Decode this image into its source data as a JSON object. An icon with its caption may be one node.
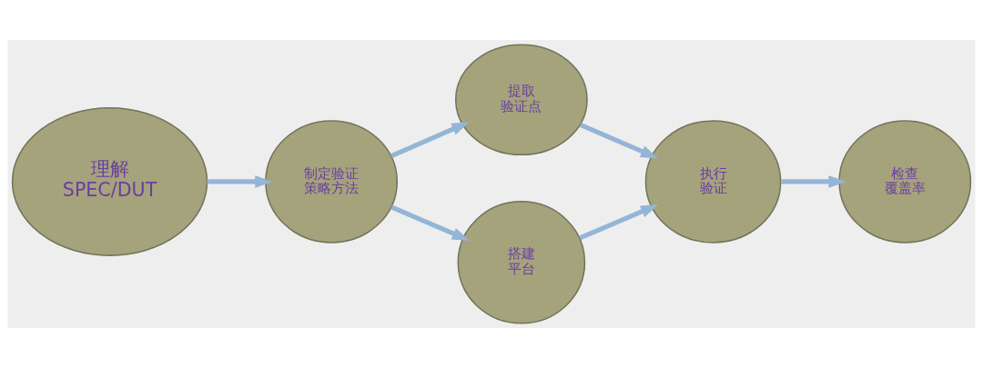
{
  "diagram": {
    "nodes": [
      {
        "text": [
          "理解SPEC/DUT"
        ]
      },
      {
        "text": [
          "制定验证策略方法"
        ]
      },
      {
        "text": [
          "提取验证点"
        ]
      },
      {
        "text": [
          "搭建平台"
        ]
      },
      {
        "text": [
          "执行验证"
        ]
      },
      {
        "text": [
          "检查覆盖率"
        ]
      }
    ],
    "edges": [
      {
        "from": 0,
        "to": 1,
        "arrow": "to"
      },
      {
        "from": 1,
        "to": 2,
        "arrow": "to"
      },
      {
        "from": 1,
        "to": 3,
        "arrow": "to"
      },
      {
        "from": 2,
        "to": 4,
        "arrow": "to"
      },
      {
        "from": 3,
        "to": 4,
        "arrow": "to"
      },
      {
        "from": 4,
        "to": 5,
        "arrow": "to"
      }
    ]
  }
}
